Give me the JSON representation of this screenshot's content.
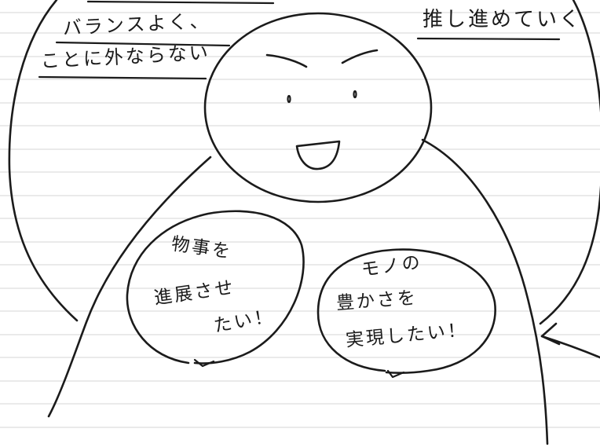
{
  "notes": {
    "top_left_line1": "バランスよく、",
    "top_left_line2": "ことに外ならない",
    "top_right": "推し進めていく"
  },
  "bubbles": {
    "left": {
      "line1": "物事を",
      "line2": "進展させ",
      "line3": "たい！"
    },
    "right": {
      "line1": "モノの",
      "line2": "豊かさを",
      "line3": "実現したい！"
    }
  },
  "colors": {
    "paper": "#ffffff",
    "ink": "#1b1b1b",
    "ruled_line": "#d6d6d6"
  }
}
